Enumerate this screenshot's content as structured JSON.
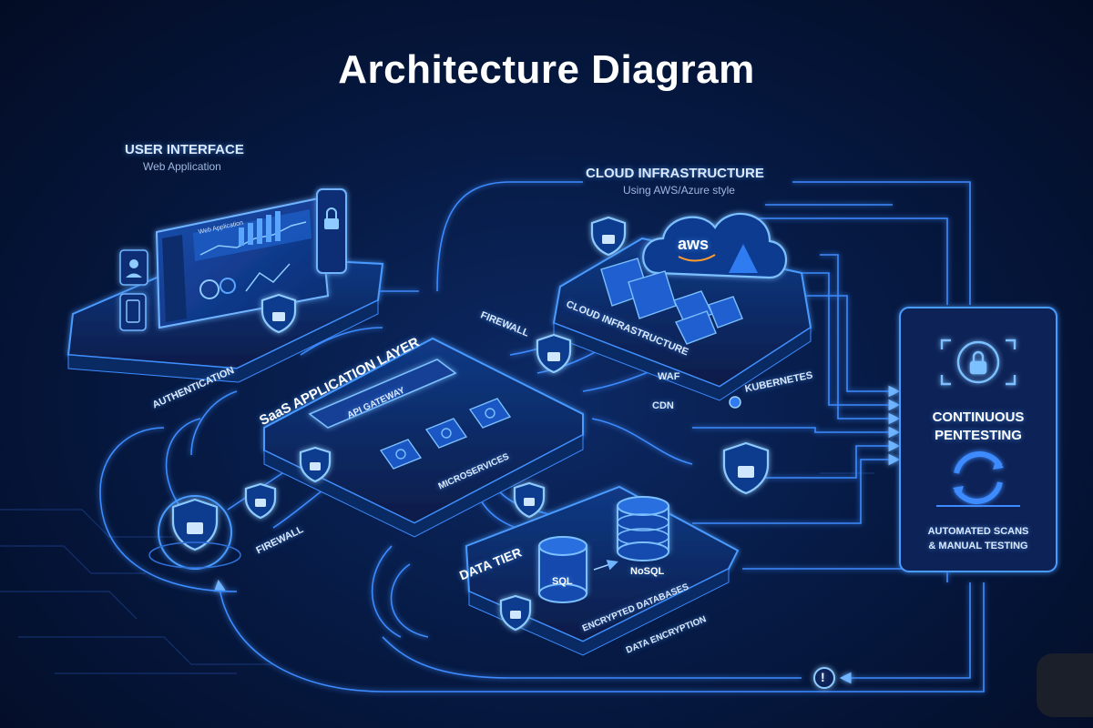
{
  "title": "Architecture Diagram",
  "user_interface": {
    "title": "USER INTERFACE",
    "subtitle": "Web Application",
    "screen_caption": "Web Application"
  },
  "cloud": {
    "title": "CLOUD INFRASTRUCTURE",
    "subtitle": "Using AWS/Azure style",
    "platform_label": "CLOUD INFRASTRUCTURE",
    "aws_label": "aws",
    "waf_label": "WAF",
    "cdn_label": "CDN",
    "kubernetes_label": "KUBERNETES"
  },
  "app_layer": {
    "title": "SaaS APPLICATION LAYER",
    "gateway_label": "API GATEWAY",
    "microservices_label": "MICROSERVICES"
  },
  "data_tier": {
    "title": "DATA TIER",
    "sql_label": "SQL",
    "nosql_label": "NoSQL",
    "databases_label": "ENCRYPTED DATABASES",
    "encryption_label": "DATA ENCRYPTION"
  },
  "labels": {
    "authentication": "AUTHENTICATION",
    "firewall_top": "FIREWALL",
    "firewall_left": "FIREWALL"
  },
  "pentesting": {
    "title_line1": "CONTINUOUS",
    "title_line2": "PENTESTING",
    "caption_line1": "AUTOMATED SCANS",
    "caption_line2": "& MANUAL TESTING",
    "alert_symbol": "!"
  },
  "colors": {
    "accent": "#3d8bff",
    "glow": "#59a8ff",
    "background": "#061a44",
    "panel": "#0b2456"
  },
  "icons": [
    "shield-lock-icon",
    "user-icon",
    "mobile-icon",
    "lock-icon",
    "gear-icon",
    "database-icon",
    "cloud-icon",
    "container-icon",
    "scan-lock-icon",
    "cycle-arrows-icon",
    "alert-icon",
    "kubernetes-icon"
  ]
}
